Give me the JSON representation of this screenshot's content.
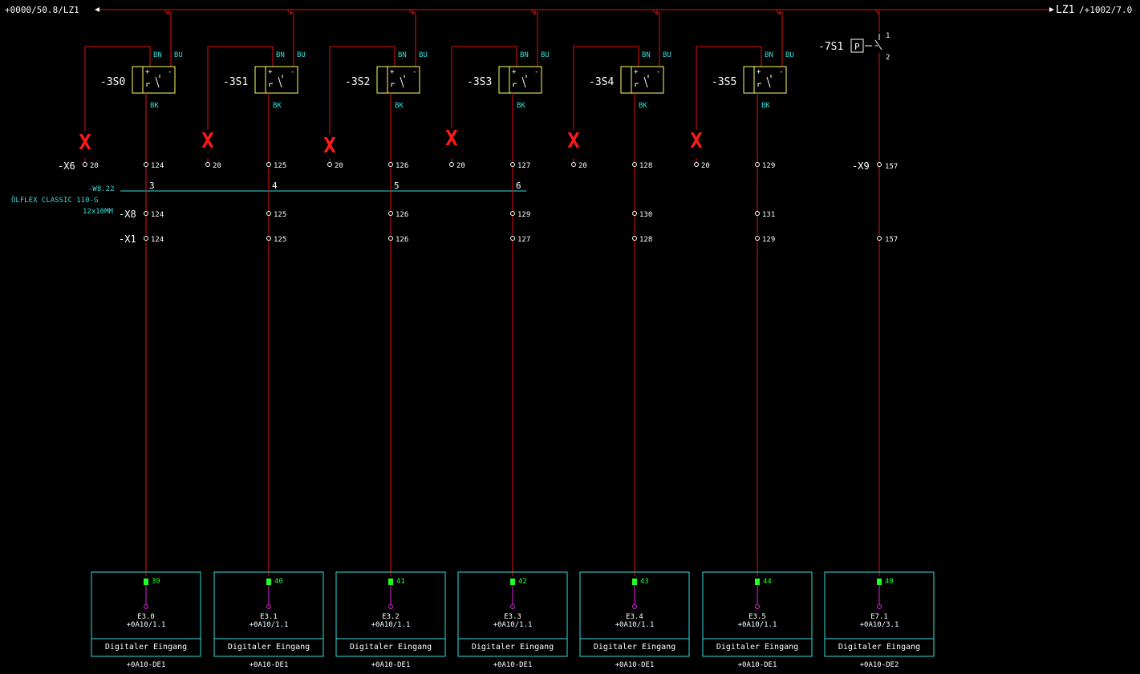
{
  "colors": {
    "wire": "#e01010",
    "text": "#ffffff",
    "symbol": "#ffff66",
    "cable": "#33dddd",
    "plc_box": "#33dddd",
    "plc_pin": "#22ff22",
    "plc_conn": "#dd22dd",
    "cross": "#ff1a1a"
  },
  "top_line": {
    "left_ref": "+0000/50.8/LZ1",
    "right_label": "LZ1",
    "right_ref": "/+1002/7.0"
  },
  "device_labels": {
    "bn": "BN",
    "bu": "BU",
    "bk": "BK",
    "plus": "+",
    "minus": "-",
    "cross": "X"
  },
  "sensors": [
    {
      "tag": "-3S0",
      "x6_left": "20",
      "x6_right": "124",
      "cable_core": "3",
      "x8": "124",
      "x1": "124",
      "plc": {
        "pin": "39",
        "address": "E3.0",
        "location": "+0A10/1.1",
        "desc": "Digitaler Eingang",
        "module": "+0A10-DE1"
      }
    },
    {
      "tag": "-3S1",
      "x6_left": "20",
      "x6_right": "125",
      "cable_core": "4",
      "x8": "125",
      "x1": "125",
      "plc": {
        "pin": "40",
        "address": "E3.1",
        "location": "+0A10/1.1",
        "desc": "Digitaler Eingang",
        "module": "+0A10-DE1"
      }
    },
    {
      "tag": "-3S2",
      "x6_left": "20",
      "x6_right": "126",
      "cable_core": "5",
      "x8": "126",
      "x1": "126",
      "plc": {
        "pin": "41",
        "address": "E3.2",
        "location": "+0A10/1.1",
        "desc": "Digitaler Eingang",
        "module": "+0A10-DE1"
      }
    },
    {
      "tag": "-3S3",
      "x6_left": "20",
      "x6_right": "127",
      "cable_core": "6",
      "x8": "129",
      "x1": "127",
      "plc": {
        "pin": "42",
        "address": "E3.3",
        "location": "+0A10/1.1",
        "desc": "Digitaler Eingang",
        "module": "+0A10-DE1"
      }
    },
    {
      "tag": "-3S4",
      "x6_left": "20",
      "x6_right": "128",
      "cable_core": "",
      "x8": "130",
      "x1": "128",
      "plc": {
        "pin": "43",
        "address": "E3.4",
        "location": "+0A10/1.1",
        "desc": "Digitaler Eingang",
        "module": "+0A10-DE1"
      }
    },
    {
      "tag": "-3S5",
      "x6_left": "20",
      "x6_right": "129",
      "cable_core": "",
      "x8": "131",
      "x1": "129",
      "plc": {
        "pin": "44",
        "address": "E3.5",
        "location": "+0A10/1.1",
        "desc": "Digitaler Eingang",
        "module": "+0A10-DE1"
      }
    }
  ],
  "terminal_strips": {
    "x6": "-X6",
    "x8": "-X8",
    "x1": "-X1",
    "x9": "-X9"
  },
  "cable": {
    "name": "-W8.22",
    "type": "ÖLFLEX CLASSIC 110-G",
    "spec": "12x10MM"
  },
  "switch": {
    "tag": "-7S1",
    "symbol": "P",
    "pin1": "1",
    "pin2": "2",
    "x9": "157",
    "x1": "157",
    "plc": {
      "pin": "40",
      "address": "E7.1",
      "location": "+0A10/3.1",
      "desc": "Digitaler Eingang",
      "module": "+0A10-DE2"
    }
  }
}
